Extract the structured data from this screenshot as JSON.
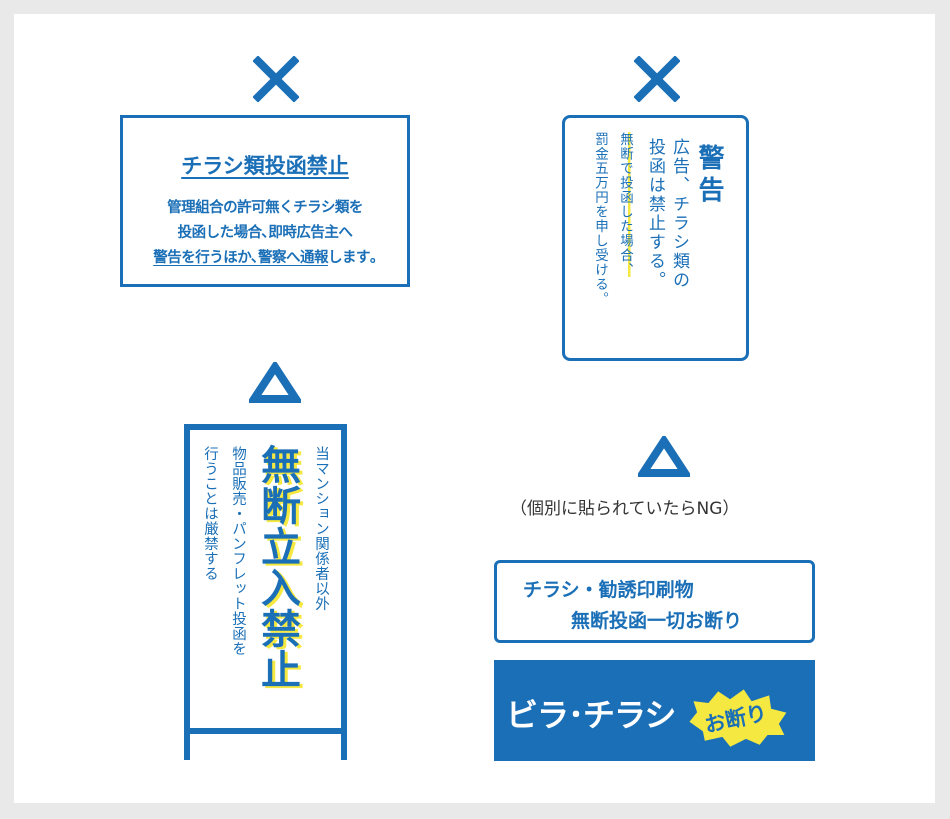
{
  "marks": {
    "x": "✕",
    "triangle": "△"
  },
  "sign_flyer": {
    "title": "チラシ類投函禁止",
    "line1": "管理組合の許可無くチラシ類を",
    "line2": "投函した場合､即時広告主へ",
    "line3_a": "警告を行うほか､",
    "line3_b": "警察へ通報",
    "line3_c": "します｡"
  },
  "sign_warning": {
    "heading": "警告",
    "col1": "広告、チラシ類の",
    "col2": "投函は禁止する。",
    "col3": "無断で投函した場合、",
    "col4": "罰金五万円を申し受ける。"
  },
  "sign_standing": {
    "big": "無断立入禁止",
    "col_a": "当マンション関係者以外",
    "col_b": "物品販売・パンフレット投函を",
    "col_c": "行うことは厳禁する"
  },
  "note": "（個別に貼られていたらNG）",
  "sign_simple": {
    "line1": "チラシ・勧誘印刷物",
    "line2": "無断投函一切お断り"
  },
  "banner": {
    "text": "ビラ･チラシ",
    "badge": "お断り"
  },
  "colors": {
    "brand_blue": "#1a6fb7",
    "highlight_yellow": "#f5e840",
    "background": "#e9e9e9"
  }
}
